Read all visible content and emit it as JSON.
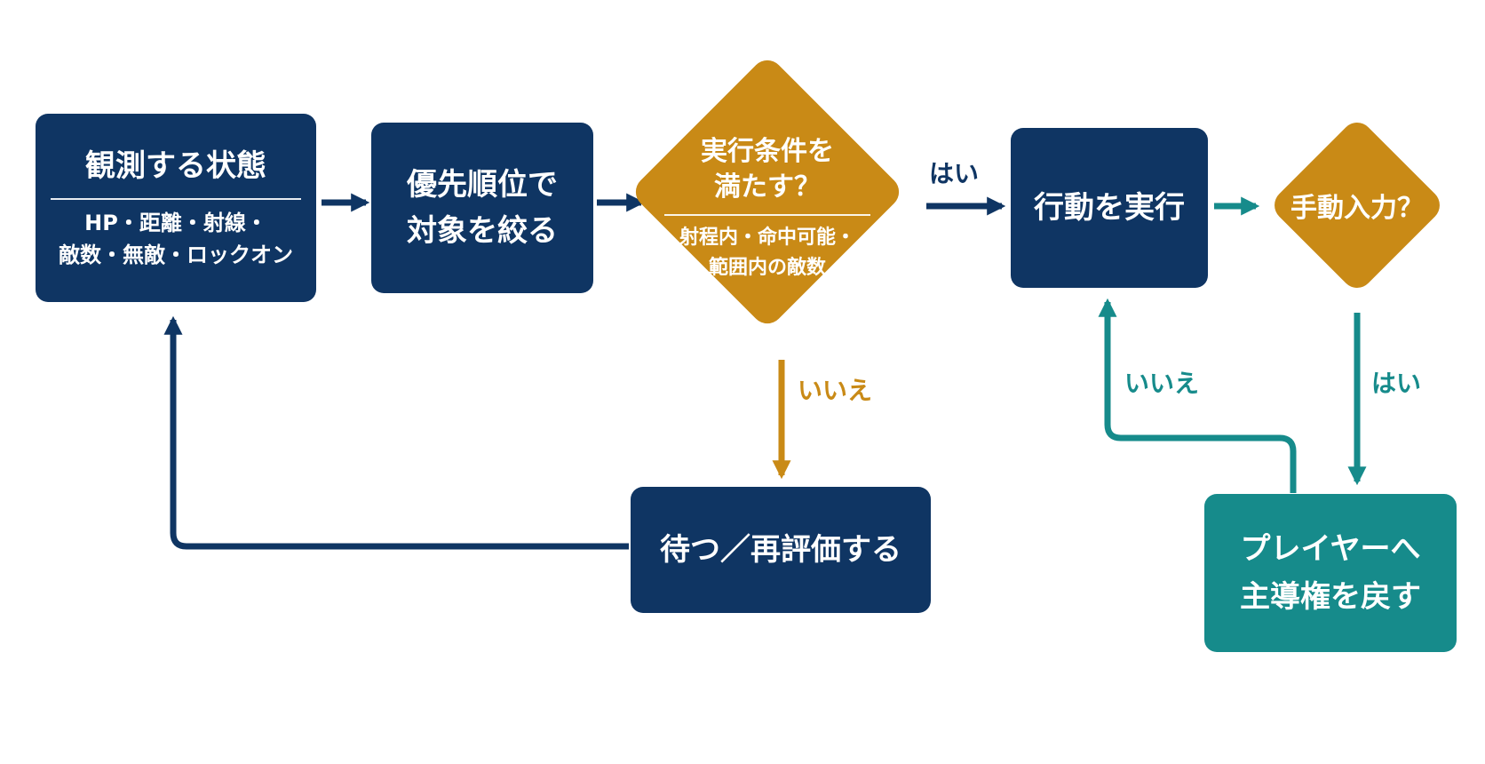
{
  "colors": {
    "navy": "#0f3563",
    "gold": "#c98a16",
    "teal": "#168b8b",
    "background": "#ffffff"
  },
  "nodes": {
    "observe": {
      "title": "観測する状態",
      "detail": "HP・距離・射線・\n敵数・無敵・ロックオン"
    },
    "prioritize": {
      "label": "優先順位で\n対象を絞る"
    },
    "condition": {
      "title": "実行条件を\n満たす？",
      "detail": "射程内・命中可能・\n範囲内の敵数"
    },
    "execute": {
      "label": "行動を実行"
    },
    "manual_input": {
      "label": "手動入力？"
    },
    "wait": {
      "label": "待つ／再評価する"
    },
    "handoff": {
      "label": "プレイヤーへ\n主導権を戻す"
    }
  },
  "edges": {
    "condition_yes": "はい",
    "condition_no": "いいえ",
    "manual_no": "いいえ",
    "manual_yes": "はい"
  }
}
